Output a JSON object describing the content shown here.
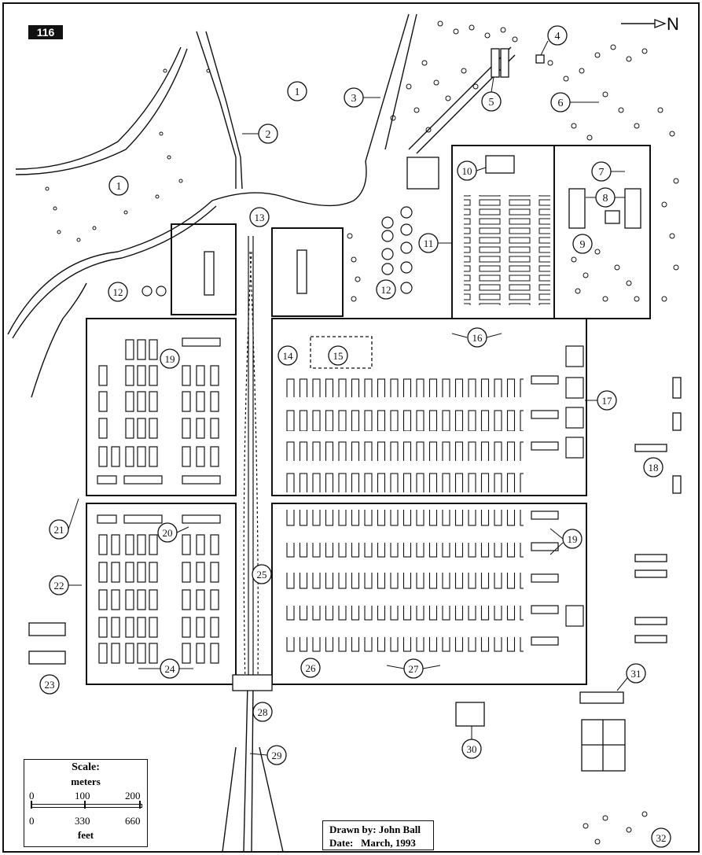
{
  "page_number": "116",
  "north_label": "N",
  "scale": {
    "title": "Scale:",
    "meters_label": "meters",
    "meters_ticks": [
      "0",
      "100",
      "200"
    ],
    "feet_ticks": [
      "0",
      "330",
      "660"
    ],
    "feet_label": "feet"
  },
  "credit": {
    "drawn_by": "Drawn by: John Ball",
    "date": "Date:   March, 1993"
  },
  "callout_numbers": [
    "1",
    "2",
    "3",
    "4",
    "5",
    "6",
    "7",
    "8",
    "9",
    "10",
    "11",
    "12",
    "13",
    "14",
    "15",
    "16",
    "17",
    "18",
    "19",
    "20",
    "21",
    "22",
    "23",
    "24",
    "25",
    "26",
    "27",
    "28",
    "29",
    "30",
    "31",
    "32"
  ]
}
